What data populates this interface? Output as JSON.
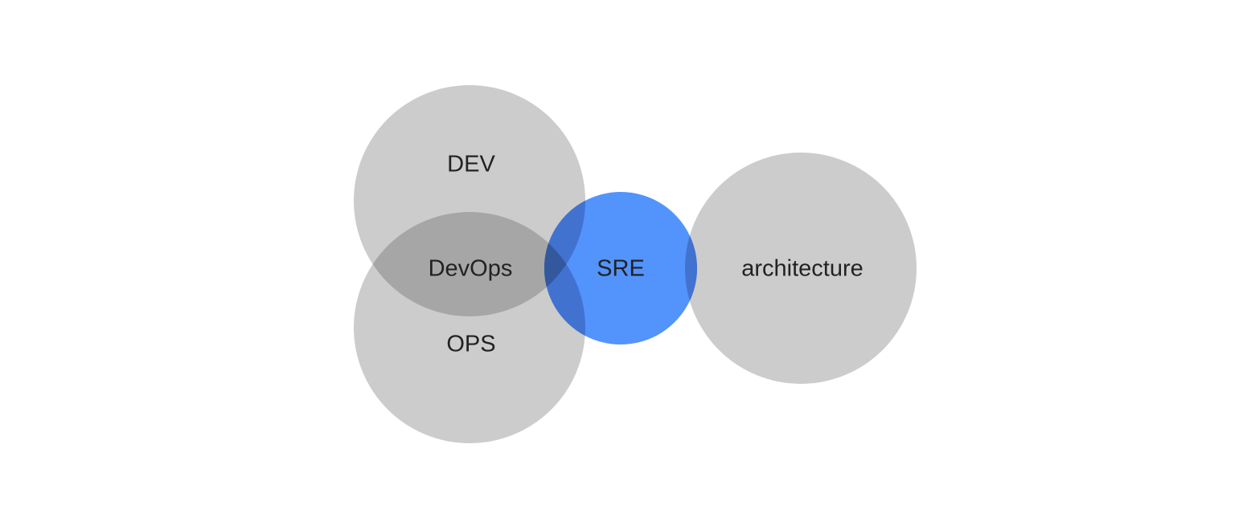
{
  "diagram": {
    "labels": {
      "dev": "DEV",
      "ops": "OPS",
      "devops": "DevOps",
      "sre": "SRE",
      "architecture": "architecture"
    },
    "colors": {
      "background": "#ffffff",
      "gray_circle": "#cccccc",
      "devops_overlap": "#a6a6a6",
      "sre_circle": "#5393fc",
      "sre_overlap": "#4272cf",
      "sre_dark_overlap": "#34589e",
      "label_text": "#222222"
    }
  }
}
